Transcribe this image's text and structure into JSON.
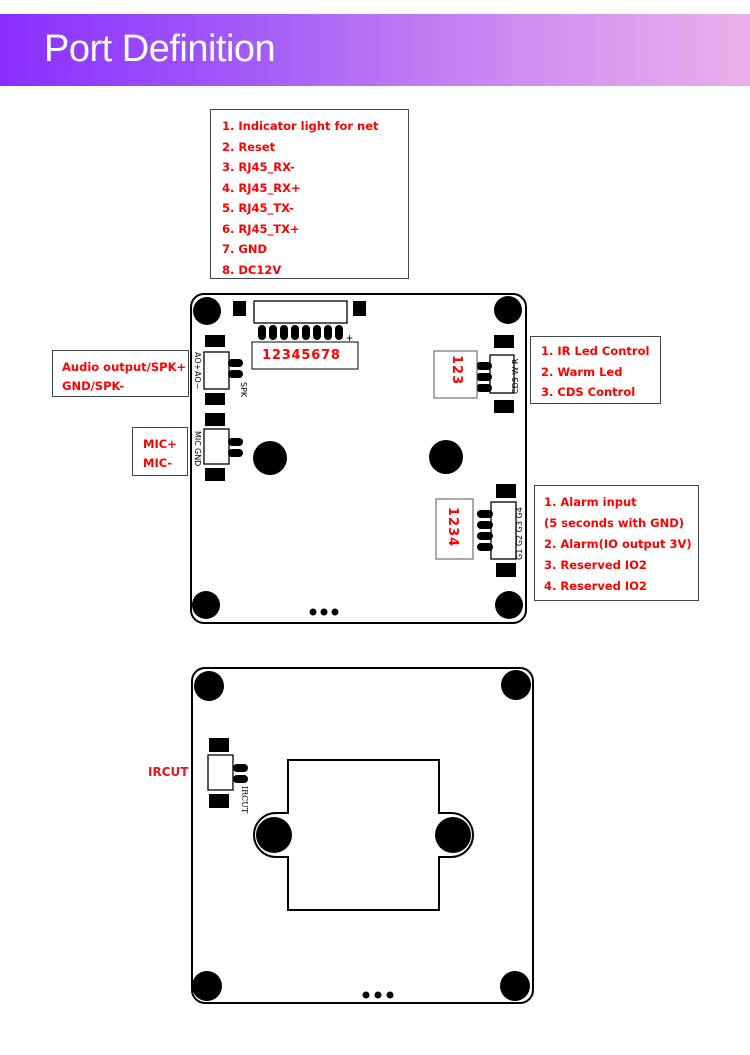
{
  "header": {
    "title": "Port Definition"
  },
  "colors": {
    "label_red": "#ff0000",
    "banner_start": "#8a2eff",
    "banner_end": "#ebb0ec"
  },
  "top_board": {
    "main_connector": {
      "pin_numbers": "12345678",
      "plus_sign": "+",
      "legend": [
        "1.  Indicator light for net",
        "2.  Reset",
        "3.  RJ45_RX-",
        "4.  RJ45_RX+",
        "5.  RJ45_TX-",
        "6.  RJ45_TX+",
        "7.  GND",
        "8.  DC12V"
      ]
    },
    "audio": {
      "legend": [
        "Audio output/SPK+",
        "GND/SPK-"
      ],
      "silk_pins": [
        "AO+",
        "AO−"
      ],
      "silk_name": "SPK"
    },
    "mic": {
      "legend": [
        "MIC+",
        "MIC-"
      ],
      "silk_pins": [
        "MIC",
        "GND"
      ]
    },
    "ir": {
      "pin_numbers": "123",
      "silk_pins": "CDS  W  R",
      "legend": [
        "1.  IR Led Control",
        "2.  Warm Led",
        "3.  CDS Control"
      ]
    },
    "alarm": {
      "pin_numbers": "1234",
      "silk_pins": "G1  G2  G3  G4",
      "legend": [
        "1.  Alarm input",
        "(5 seconds with GND)",
        "2.  Alarm(IO output 3V)",
        "3.  Reserved IO2",
        "4.  Reserved IO2"
      ]
    }
  },
  "bottom_board": {
    "ircut": {
      "label": "IRCUT",
      "silk_name": "IRCUT"
    }
  }
}
